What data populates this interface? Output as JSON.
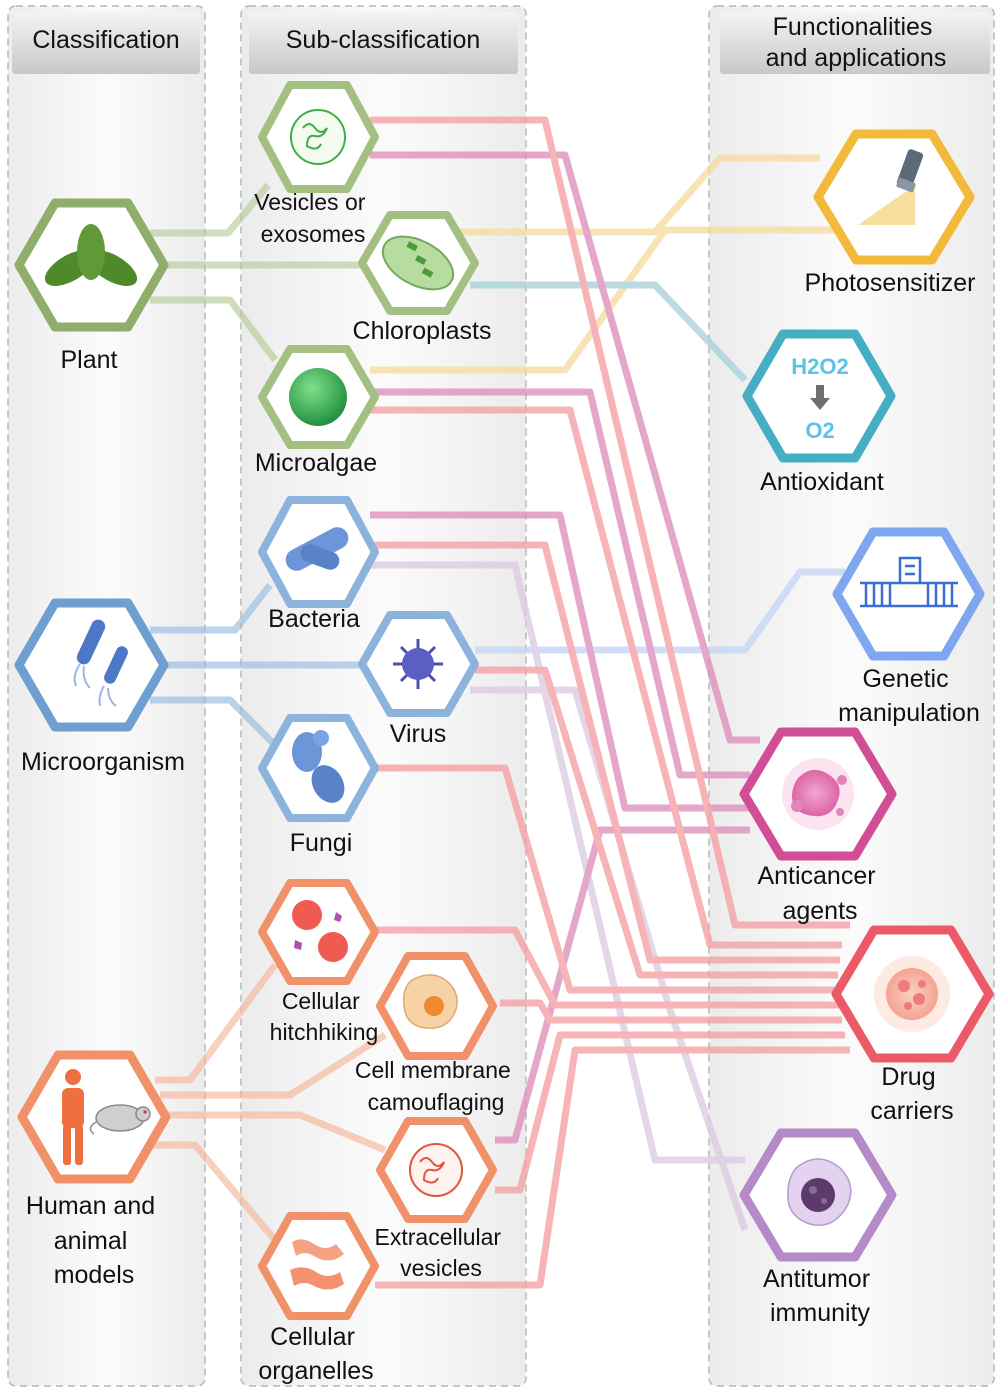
{
  "columns": {
    "classification": "Classification",
    "sub_classification": "Sub-classification",
    "functionalities": [
      "Functionalities",
      "and applications"
    ]
  },
  "classification": {
    "plant": "Plant",
    "microorganism": "Microorganism",
    "human_animal": [
      "Human and",
      "animal",
      "models"
    ]
  },
  "sub_classification": {
    "vesicles_exosomes": [
      "Vesicles or",
      "exosomes"
    ],
    "chloroplasts": "Chloroplasts",
    "microalgae": "Microalgae",
    "bacteria": "Bacteria",
    "virus": "Virus",
    "fungi": "Fungi",
    "cellular_hitchhiking": [
      "Cellular",
      "hitchhiking"
    ],
    "cell_membrane_camouflaging": [
      "Cell membrane",
      "camouflaging"
    ],
    "extracellular_vesicles": [
      "Extracellular",
      "vesicles"
    ],
    "cellular_organelles": [
      "Cellular",
      "organelles"
    ]
  },
  "applications": {
    "photosensitizer": "Photosensitizer",
    "antioxidant": "Antioxidant",
    "antioxidant_formula_top": "H2O2",
    "antioxidant_formula_bottom": "O2",
    "genetic_manipulation": [
      "Genetic",
      "manipulation"
    ],
    "anticancer_agents": [
      "Anticancer",
      "agents"
    ],
    "drug_carriers": [
      "Drug",
      "carriers"
    ],
    "antitumor_immunity": [
      "Antitumor",
      "immunity"
    ]
  },
  "colors": {
    "plant_green": "#8fae6b",
    "microbe_blue": "#6f9fd0",
    "human_orange": "#f0916a",
    "photosensitizer_gold": "#f2b93b",
    "antioxidant_teal": "#45aec2",
    "genetic_blue": "#7fa7f0",
    "anticancer_magenta": "#d14e96",
    "drug_red": "#ec5a68",
    "antitumor_purple": "#b48ac8",
    "link_pink": "#f4a0a4",
    "link_magenta": "#dd8fbc",
    "link_yellow": "#f6dca0",
    "link_teal": "#a7d2dc",
    "link_lavender": "#d9c6e1"
  }
}
